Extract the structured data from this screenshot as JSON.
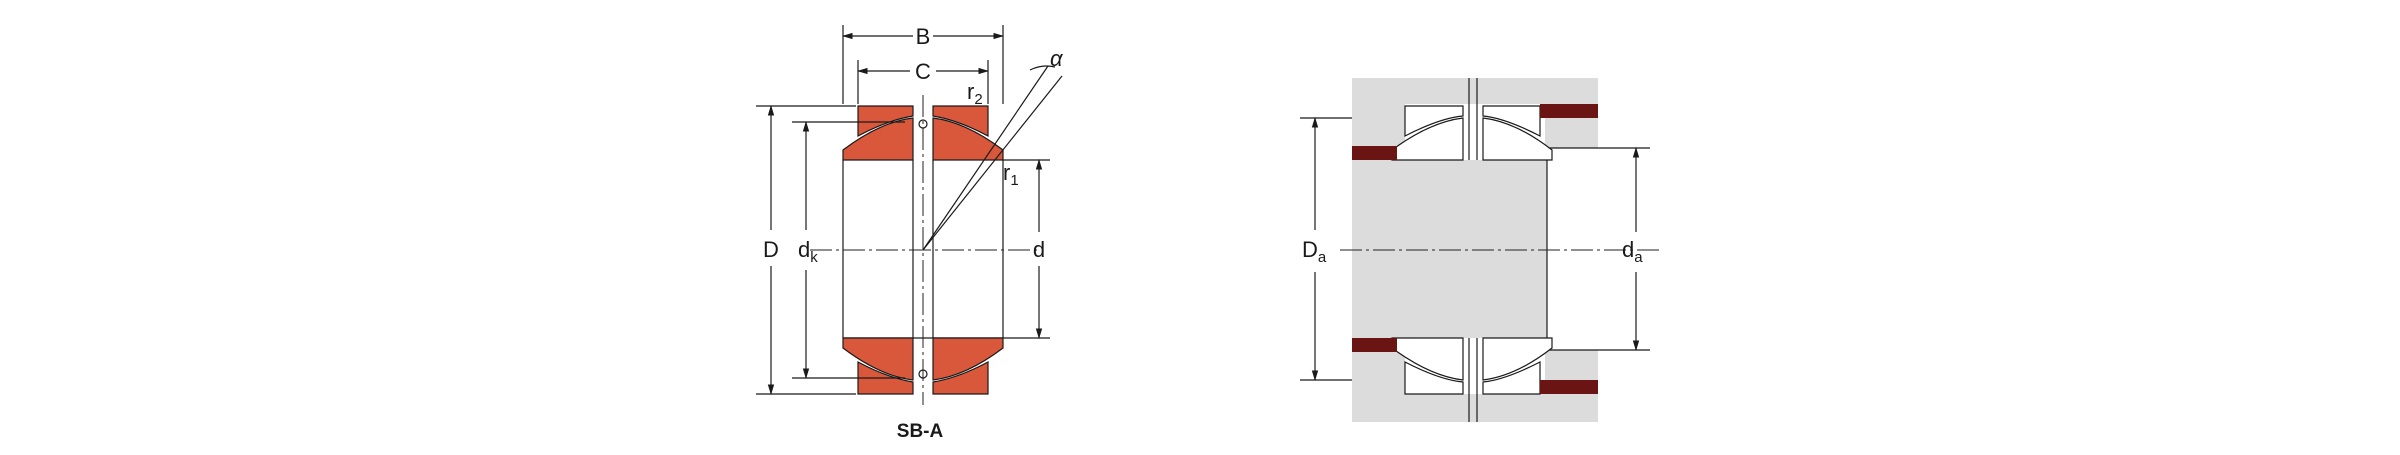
{
  "caption": "SB-A",
  "colors": {
    "bearing": "#d9583b",
    "housing": "#dcdcdc",
    "shaft_shoulder": "#6b1414",
    "line": "#1a1a1a"
  },
  "left_figure": {
    "labels": {
      "B": "B",
      "C": "C",
      "D": "D",
      "d": "d",
      "dk_main": "d",
      "dk_sub": "k",
      "r1_main": "r",
      "r1_sub": "1",
      "r2_main": "r",
      "r2_sub": "2",
      "alpha": "α"
    }
  },
  "right_figure": {
    "labels": {
      "Da_main": "D",
      "Da_sub": "a",
      "da_main": "d",
      "da_sub": "a"
    }
  }
}
